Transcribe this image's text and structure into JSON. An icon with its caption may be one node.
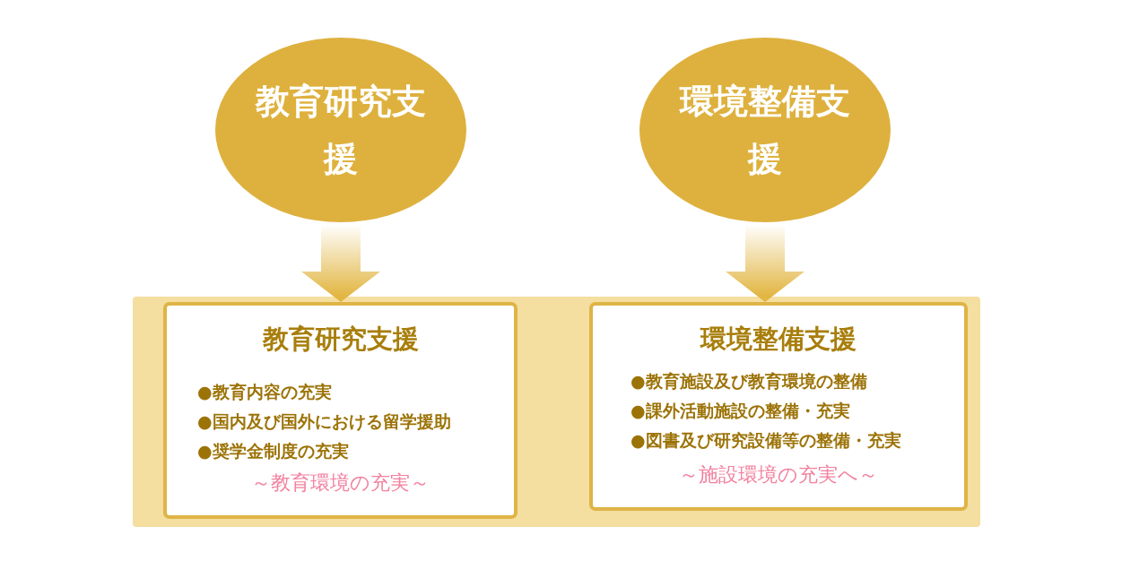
{
  "diagram": {
    "nodes": [
      {
        "text": [
          "教育研究支援"
        ]
      },
      {
        "text": [
          "環境整備支援"
        ]
      },
      {
        "text": [],
        "shape": "box"
      },
      {
        "text": [
          "教育研究支援",
          "●教育内容の充実",
          "●国内及び国外における留学援助",
          "●奨学金制度の充実",
          "～教育環境の充実～"
        ],
        "in": 2
      },
      {
        "text": [
          "環境整備支援",
          "●教育施設及び教育環境の整備",
          "●課外活動施設の整備・充実",
          "●図書及び研究設備等の整備・充実",
          "～施設環境の充実へ～"
        ],
        "in": 2
      }
    ],
    "edges": [
      {
        "from": 0,
        "to": 3,
        "arrow": "to"
      },
      {
        "from": 1,
        "to": 4,
        "arrow": "to"
      }
    ]
  }
}
